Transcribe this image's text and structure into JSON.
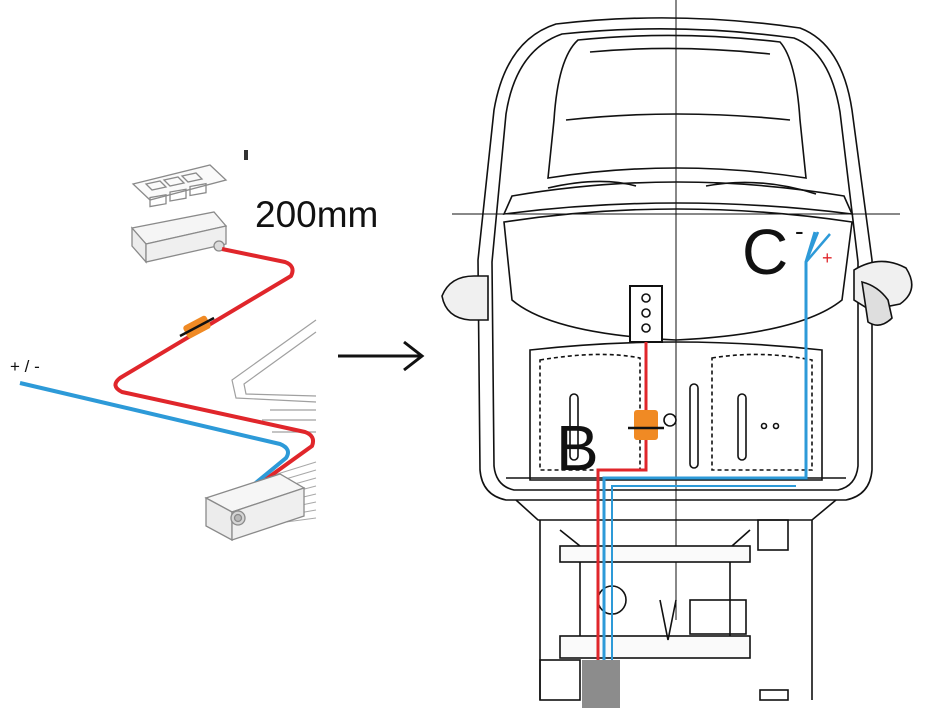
{
  "labels": {
    "dimension": "200mm",
    "polarity": "+ / -",
    "point_b": "B",
    "point_c": "C",
    "c_minus": "-",
    "c_plus": "+"
  },
  "colors": {
    "positive_wire": "#e0262b",
    "ground_wire": "#2d9ad8",
    "fuse_holder": "#f08a24",
    "line_art": "#111111",
    "light_line_art": "#9a9a9a",
    "ground_block": "#8c8c8c"
  },
  "icons": {
    "arrow": "right-arrow-icon"
  }
}
